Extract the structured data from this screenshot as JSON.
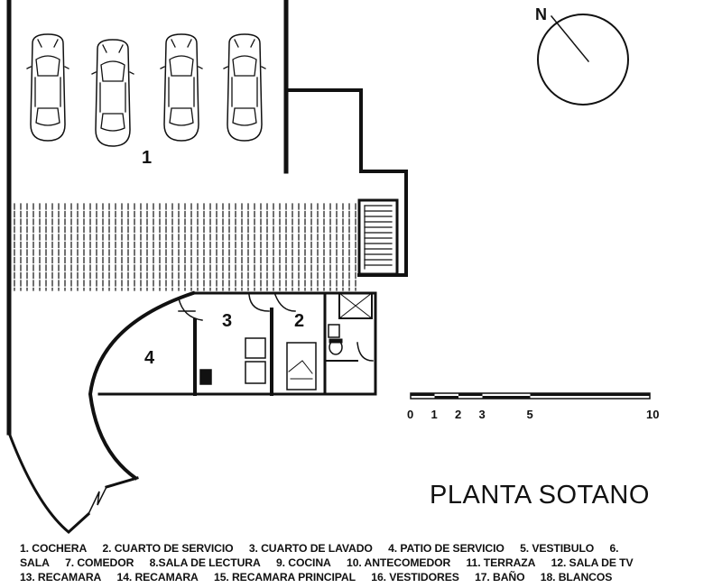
{
  "title": "PLANTA SOTANO",
  "north_label": "N",
  "rooms": [
    "1",
    "2",
    "3",
    "4"
  ],
  "scale": {
    "ticks": [
      "0",
      "1",
      "2",
      "3",
      "5",
      "10"
    ],
    "values": [
      0,
      1,
      2,
      3,
      5,
      10
    ]
  },
  "legend": {
    "rows": [
      [
        "1. COCHERA",
        "2. CUARTO DE SERVICIO",
        "3. CUARTO DE LAVADO",
        "4. PATIO DE SERVICIO",
        "5. VESTIBULO",
        "6."
      ],
      [
        "SALA",
        "7. COMEDOR",
        "8.SALA DE LECTURA",
        "9. COCINA",
        "10. ANTECOMEDOR",
        "11. TERRAZA",
        "12. SALA DE TV"
      ],
      [
        "13. RECAMARA",
        "14. RECAMARA",
        "15. RECAMARA PRINCIPAL",
        "16. VESTIDORES",
        "17. BAÑO",
        "18. BLANCOS"
      ]
    ]
  }
}
